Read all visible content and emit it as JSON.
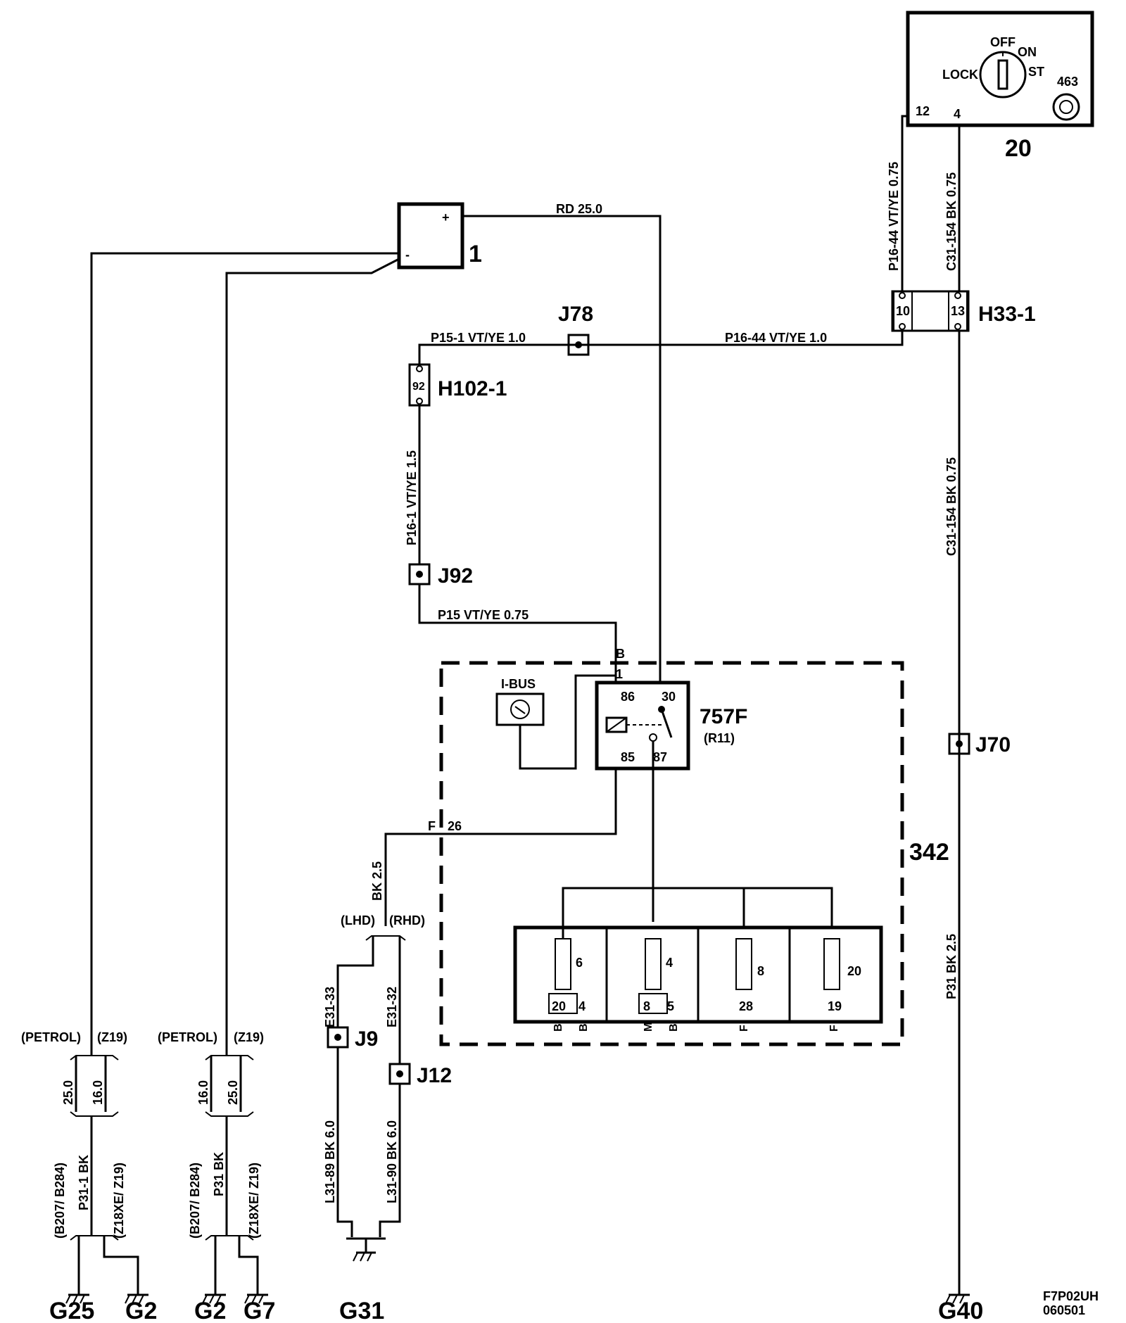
{
  "components": {
    "ignition_switch": {
      "ref": "20",
      "pos_off": "OFF",
      "pos_on": "ON",
      "pos_lock": "LOCK",
      "pos_st": "ST",
      "sub": "463",
      "pin12": "12",
      "pin4": "4"
    },
    "battery": {
      "ref": "1",
      "plus": "+",
      "minus": "-"
    },
    "connector_h33": {
      "ref": "H33-1",
      "pin10": "10",
      "pin13": "13"
    },
    "connector_h102": {
      "ref": "H102-1",
      "pin92": "92"
    },
    "splice_j78": "J78",
    "splice_j92": "J92",
    "splice_j70": "J70",
    "splice_j9": "J9",
    "splice_j12": "J12",
    "relay": {
      "ref": "757F",
      "sub": "(R11)",
      "pin86": "86",
      "pin30": "30",
      "pin85": "85",
      "pin87": "87",
      "ibus": "I-BUS"
    },
    "fusebox": {
      "ref": "342",
      "conn_b": "B",
      "conn_b_pin": "1",
      "conn_f": "F",
      "conn_f_pin": "26"
    },
    "fuses": [
      {
        "num": "6",
        "pin_a": "20",
        "pin_b": "4",
        "ca": "B",
        "cb": "B"
      },
      {
        "num": "4",
        "pin_a": "8",
        "pin_b": "5",
        "ca": "M",
        "cb": "B"
      },
      {
        "num": "8",
        "pin_a": "28",
        "ca": "F"
      },
      {
        "num": "20",
        "pin_a": "19",
        "ca": "F"
      }
    ]
  },
  "wires": {
    "rd25": "RD 25.0",
    "p16_44_v": "P16-44 VT/YE 0.75",
    "c31_154_v": "C31-154 BK 0.75",
    "p15_1_h": "P15-1 VT/YE 1.0",
    "p16_44_h": "P16-44 VT/YE 1.0",
    "p16_1_v": "P16-1 VT/YE 1.5",
    "p15": "P15 VT/YE 0.75",
    "c31_154_v2": "C31-154 BK 0.75",
    "bk25_v": "BK 2.5",
    "p31_bk": "P31 BK 2.5",
    "lhd": "(LHD)",
    "rhd": "(RHD)",
    "e31_33": "E31-33",
    "e31_32": "E31-32",
    "l31_89": "L31-89 BK 6.0",
    "l31_90": "L31-90 BK 6.0"
  },
  "grounds": {
    "left1": {
      "petrol": "(PETROL)",
      "z19": "(Z19)",
      "w1": "25.0",
      "w2": "16.0",
      "b207": "(B207/ B284)",
      "p31": "P31-1 BK",
      "z18": "(Z18XE/ Z19)",
      "g_a": "G25",
      "g_b": "G2"
    },
    "left2": {
      "petrol": "(PETROL)",
      "z19": "(Z19)",
      "w1": "16.0",
      "w2": "25.0",
      "b207": "(B207/ B284)",
      "p31": "P31 BK",
      "z18": "(Z18XE/ Z19)",
      "g_a": "G2",
      "g_b": "G7"
    },
    "g31": "G31",
    "g40": "G40"
  },
  "footer": {
    "code": "F7P02UH",
    "date": "060501"
  }
}
